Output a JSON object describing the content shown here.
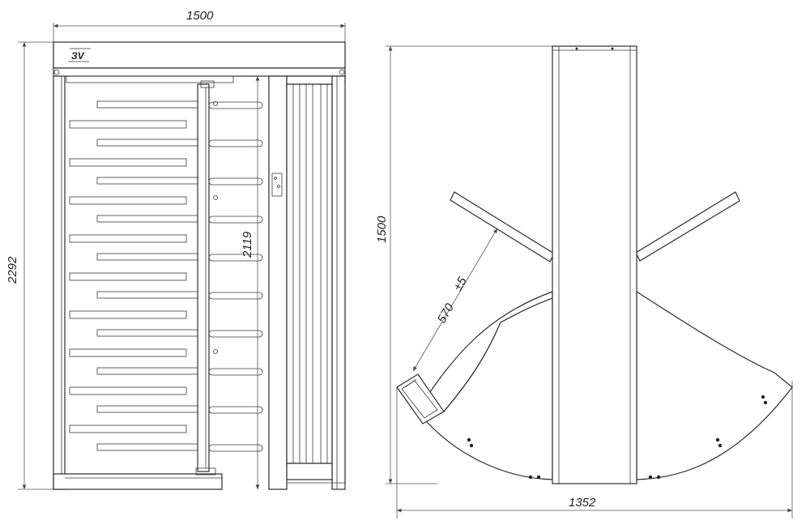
{
  "front_view": {
    "width_label": "1500",
    "height_label": "2292",
    "inner_height_label": "2119",
    "logo_text": "ЗV"
  },
  "top_view": {
    "depth_label": "1500",
    "width_label": "1352",
    "arm_length_label": "570",
    "arm_tolerance_label": "±5"
  }
}
